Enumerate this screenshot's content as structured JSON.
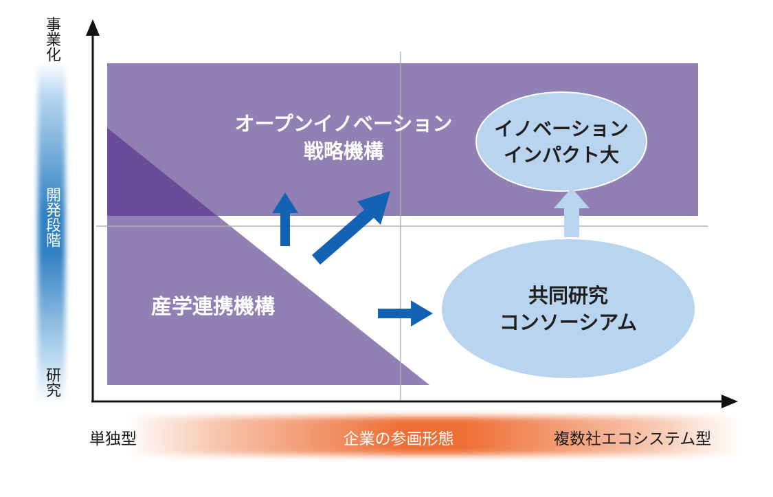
{
  "y_axis": {
    "top_label": "事業化",
    "middle_label": "開発段階",
    "bottom_label": "研究"
  },
  "x_axis": {
    "left_label": "単独型",
    "center_label": "企業の参画形態",
    "right_label": "複数社エコシステム型"
  },
  "regions": {
    "open_innovation": {
      "line1": "オープンイノベーション",
      "line2": "戦略機構"
    },
    "industry_academia": "産学連携機構",
    "impact": {
      "line1": "イノベーション",
      "line2": "インパクト大"
    },
    "consortium": {
      "line1": "共同研究",
      "line2": "コンソーシアム"
    }
  },
  "colors": {
    "purple": "#9080b4",
    "dark_purple": "#6a4c98",
    "light_blue": "#b9d4ee",
    "arrow_blue": "#1462b4",
    "axis_band_blue": "#2f7fc2",
    "axis_band_orange": "#ee6f36"
  }
}
